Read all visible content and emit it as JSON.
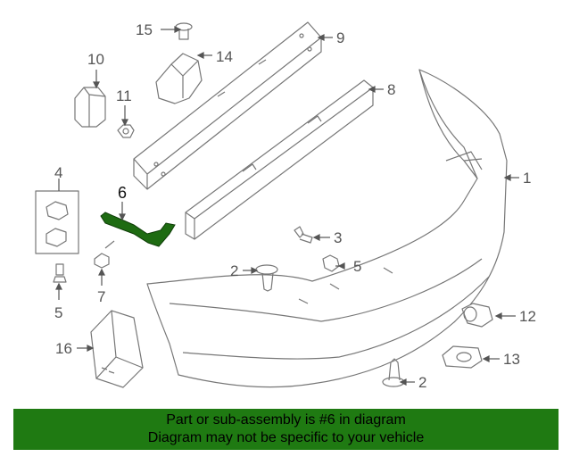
{
  "callouts": {
    "c1": "1",
    "c2a": "2",
    "c2b": "2",
    "c3": "3",
    "c4": "4",
    "c5a": "5",
    "c5b": "5",
    "c6": "6",
    "c7": "7",
    "c8": "8",
    "c9": "9",
    "c10": "10",
    "c11": "11",
    "c12": "12",
    "c13": "13",
    "c14": "14",
    "c15": "15",
    "c16": "16"
  },
  "highlighted_part": "6",
  "colors": {
    "banner_bg": "#1f7a12",
    "highlight": "#1e6b12",
    "line": "#777777"
  },
  "banner": {
    "line1": "Part or sub-assembly is #6 in diagram",
    "line2": "Diagram may not be specific to your vehicle"
  }
}
